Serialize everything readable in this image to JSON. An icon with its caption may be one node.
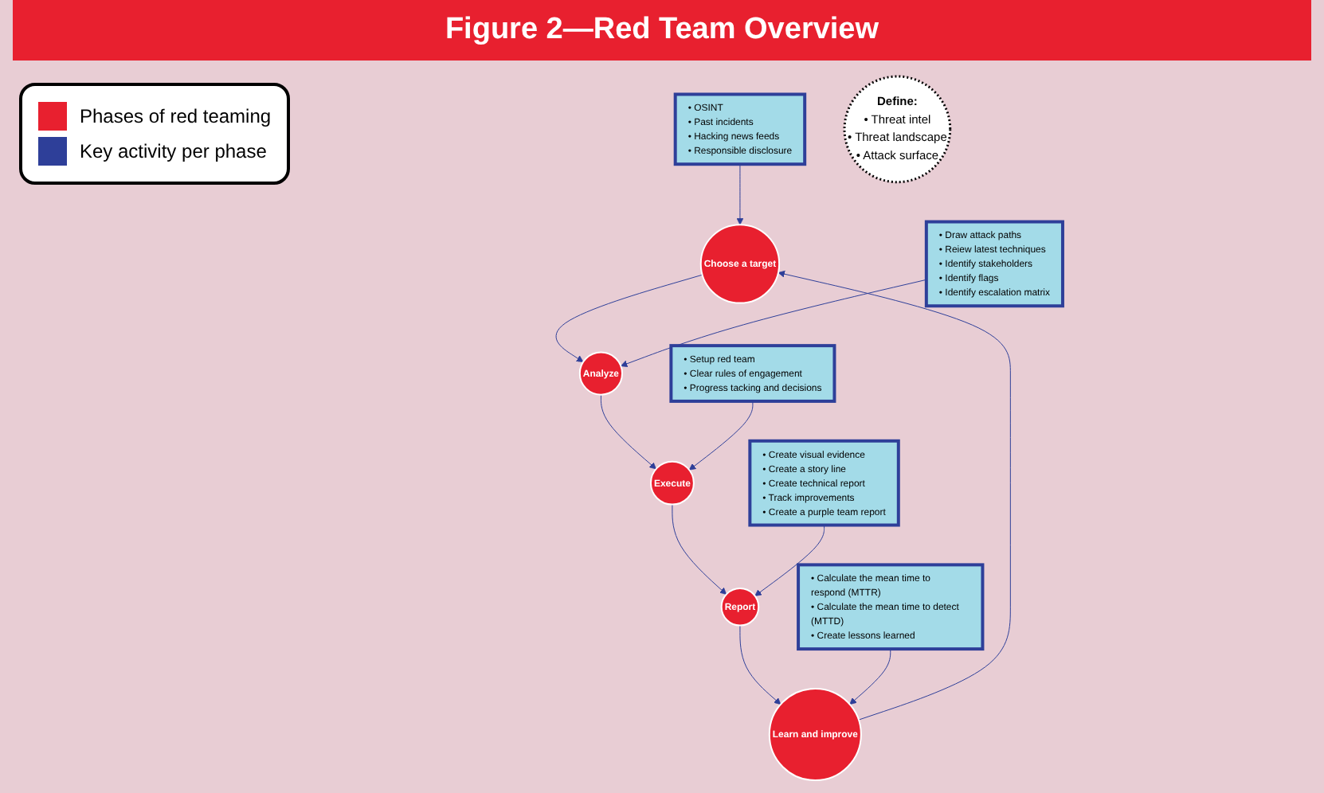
{
  "diagram": {
    "title": "Figure 2—Red Team Overview",
    "nodes": [
      {
        "text": [
          "• OSINT",
          "• Past incidents",
          "• Hacking news feeds",
          "• Responsible disclosure"
        ]
      },
      {
        "text": [
          "Choose a target"
        ]
      },
      {
        "text": [
          "• Calculate the mean time to respond (MTTR)",
          "• Calculate the mean time to detect (MTTD)",
          "• Create lessons learned"
        ]
      },
      {
        "text": [
          "Learn and improve"
        ]
      },
      {
        "text": [
          "Define:",
          "• Threat intel",
          "• Threat landscape",
          "• Attack surface"
        ]
      },
      {
        "text": [
          "Analyze"
        ]
      },
      {
        "text": [
          "• Draw attack paths",
          "• Reiew latest techniques",
          "• Identify stakeholders",
          "• Identify flags",
          "• Identify escalation matrix"
        ]
      },
      {
        "text": [
          "• Create visual evidence",
          "• Create a story line",
          "• Create technical report",
          "• Track improvements",
          "• Create a purple team report"
        ]
      },
      {
        "text": [
          "Report"
        ]
      },
      {
        "text": [
          "Execute"
        ]
      },
      {
        "text": [
          "• Setup red team",
          "• Clear rules of engagement",
          "• Progress tacking and decisions"
        ]
      }
    ],
    "edges": [
      {
        "from": 1,
        "to": 5,
        "arrow": "to"
      },
      {
        "from": 5,
        "to": 9,
        "arrow": "to"
      },
      {
        "from": 9,
        "to": 8,
        "arrow": "to"
      },
      {
        "from": 8,
        "to": 3,
        "arrow": "to"
      },
      {
        "from": 3,
        "to": 1,
        "arrow": "to"
      },
      {
        "from": 0,
        "to": 1,
        "arrow": "to"
      },
      {
        "from": 2,
        "to": 3,
        "arrow": "to"
      },
      {
        "from": 6,
        "to": 5,
        "arrow": "to"
      },
      {
        "from": 7,
        "to": 8,
        "arrow": "to"
      },
      {
        "from": 10,
        "to": 9,
        "arrow": "to"
      }
    ],
    "legend": [
      {
        "text": "Phases of red teaming",
        "color": "#e8202f"
      },
      {
        "text": "Key activity per phase",
        "color": "#2e3f99"
      }
    ]
  }
}
